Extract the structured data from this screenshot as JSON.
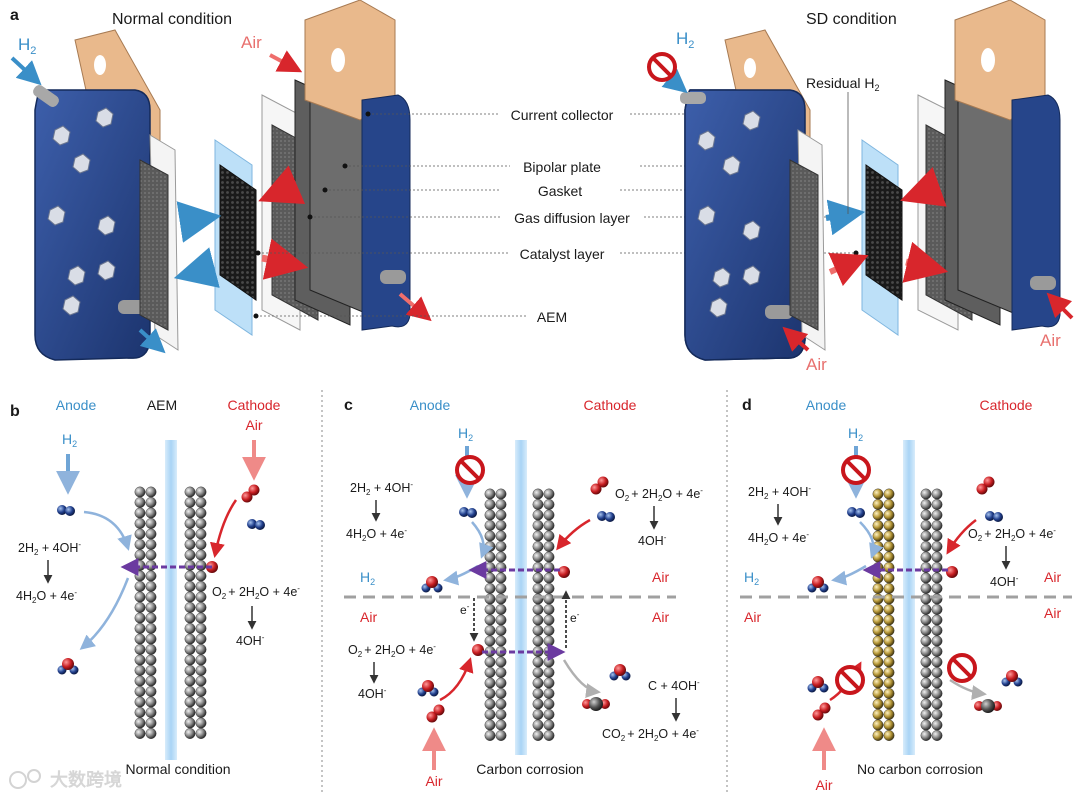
{
  "panel_letters": {
    "a": "a",
    "b": "b",
    "c": "c",
    "d": "d"
  },
  "panel_a": {
    "left_title": "Normal condition",
    "right_title": "SD condition",
    "h2": "H",
    "h2_sub": "2",
    "air": "Air",
    "residual": "Residual H",
    "residual_sub": "2",
    "labels": [
      "Current collector",
      "Bipolar plate",
      "Gasket",
      "Gas diffusion layer",
      "Catalyst layer",
      "AEM"
    ]
  },
  "panel_b": {
    "anode": "Anode",
    "aem": "AEM",
    "cathode": "Cathode",
    "h2": "H",
    "h2_sub": "2",
    "air": "Air",
    "caption": "Normal condition"
  },
  "panel_c": {
    "anode": "Anode",
    "cathode": "Cathode",
    "h2": "H",
    "h2_sub": "2",
    "air": "Air",
    "electron": "e",
    "electron_sup": "-",
    "caption": "Carbon corrosion"
  },
  "panel_d": {
    "anode": "Anode",
    "cathode": "Cathode",
    "h2": "H",
    "h2_sub": "2",
    "air": "Air",
    "caption": "No carbon corrosion"
  },
  "reactions": {
    "hor_left": "2H",
    "hor_left_sub": "2",
    "hor_left_tail": " + 4OH",
    "hor_left_sup": "-",
    "hor_right": "4H",
    "hor_right_sub": "2",
    "hor_right_tail": "O + 4e",
    "hor_right_sup": "-",
    "orr_left": "O",
    "orr_left_sub": "2",
    "orr_mid": "+ 2H",
    "orr_mid_sub": "2",
    "orr_tail": "O + 4e",
    "orr_sup": "-",
    "orr_product": "4OH",
    "orr_product_sup": "-",
    "cor_left": "C + 4OH",
    "cor_left_sup": "-",
    "cor_right": "CO",
    "cor_right_sub": "2",
    "cor_right_mid": "+ 2H",
    "cor_right_sub2": "2",
    "cor_right_tail": "O + 4e",
    "cor_right_sup": "-"
  },
  "watermark": "大数跨境",
  "colors": {
    "plate_blue": "#26458a",
    "copper": "#e9b98c",
    "anode_blue": "#3a8fc8",
    "cathode_red": "#d8262c",
    "membrane": "#a9d4f5",
    "purple": "#6b3aa0",
    "divider": "#a0a0a0"
  },
  "icons": [
    "prohibit-icon",
    "arrow-icon",
    "h2-molecule-icon",
    "o2-molecule-icon",
    "water-molecule-icon",
    "co2-molecule-icon"
  ]
}
